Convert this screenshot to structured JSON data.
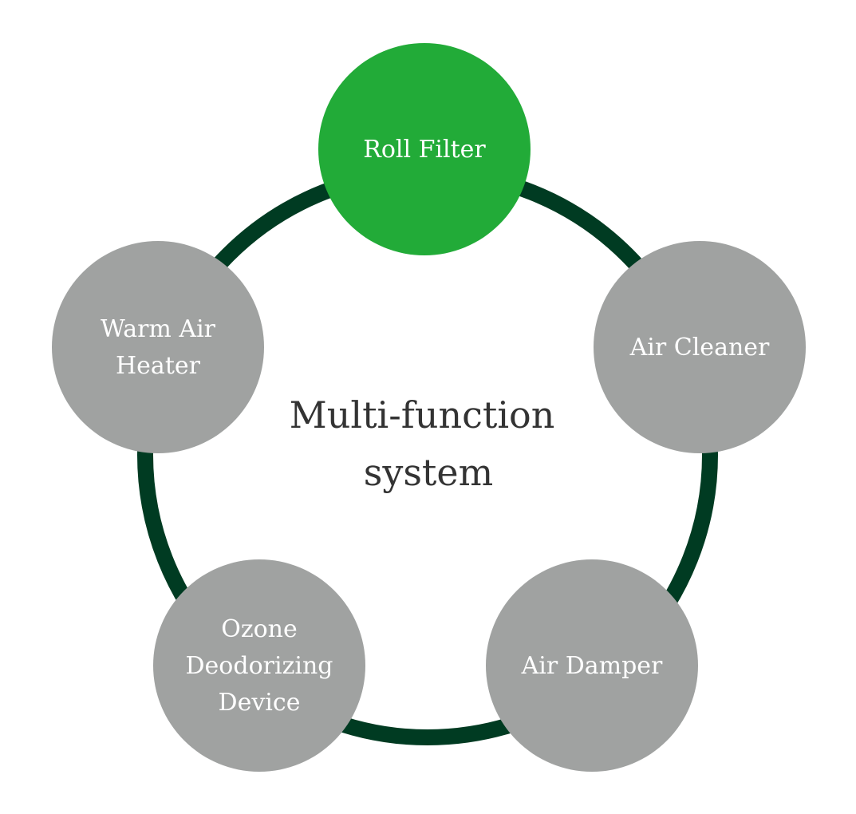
{
  "center": {
    "line1": "Multi-function",
    "line2": "system"
  },
  "nodes": [
    {
      "label_lines": [
        "Roll Filter"
      ],
      "highlighted": true
    },
    {
      "label_lines": [
        "Air Cleaner"
      ],
      "highlighted": false
    },
    {
      "label_lines": [
        "Air Damper"
      ],
      "highlighted": false
    },
    {
      "label_lines": [
        "Ozone",
        "Deodorizing",
        "Device"
      ],
      "highlighted": false
    },
    {
      "label_lines": [
        "Warm Air",
        "Heater"
      ],
      "highlighted": false
    }
  ],
  "colors": {
    "ring": "#003b22",
    "highlight": "#22ab38",
    "node": "#a0a2a1",
    "node_text": "#ffffff",
    "center_text": "#333333",
    "background": "#ffffff"
  }
}
